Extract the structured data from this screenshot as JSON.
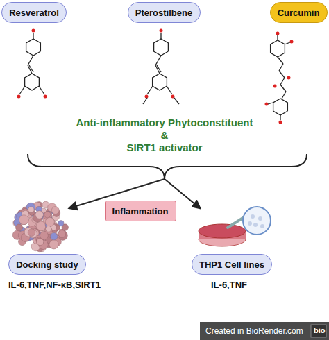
{
  "diagram": {
    "nodes": [
      {
        "text": [
          "Resveratrol"
        ]
      },
      {
        "text": [
          "Pterostilbene"
        ]
      },
      {
        "text": [
          "Curcumin"
        ]
      },
      {
        "text": [
          "Inflammation"
        ]
      },
      {
        "text": [
          "Docking study"
        ]
      },
      {
        "text": [
          "THP1 Cell lines"
        ]
      }
    ],
    "labels": [
      "Anti-inflammatory Phytoconstituent",
      "&",
      "SIRT1 activator",
      "IL-6,TNF,NF-κB,SIRT1",
      "IL-6,TNF",
      "Created in BioRender.com",
      "bio"
    ]
  }
}
